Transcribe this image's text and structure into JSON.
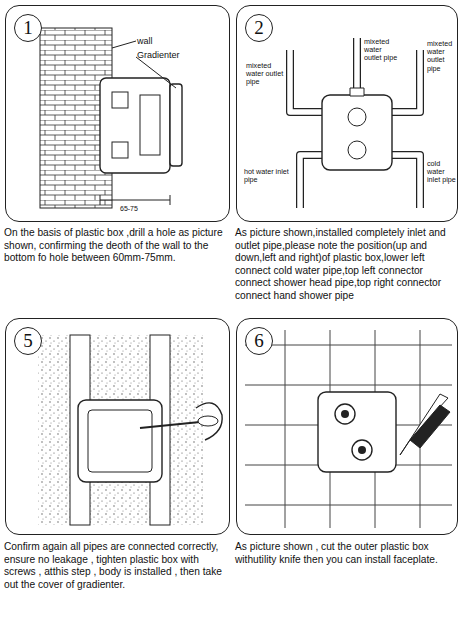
{
  "diagram": {
    "nodes": [
      {
        "text": [
          "On the basis of plastic box ,drill a hole as picture shown, confirming the deoth of the wall to the bottom fo hole between 60mm-75mm."
        ]
      },
      {
        "text": [
          "1"
        ],
        "in": 0
      },
      {
        "text": [
          "As picture shown,installed completely inlet and outlet pipe,please note the position(up and down,left and right)of plastic box,lower left connect cold water pipe,top left connector connect shower head pipe,top right connector connect hand shower pipe"
        ]
      },
      {
        "text": [
          "2"
        ],
        "in": 2
      },
      {
        "text": [
          "Confirm again all pipes are connected correctly, ensure no leakage , tighten plastic box with screws , atthis step , body is installed , then take out the cover of gradienter."
        ]
      },
      {
        "text": [
          "5"
        ],
        "in": 4
      },
      {
        "text": [
          "As picture shown , cut the outer plastic box withutility knife then you can install faceplate."
        ]
      },
      {
        "text": [
          "6"
        ],
        "in": 6
      }
    ],
    "labels": [
      "wall",
      "Gradienter",
      "65-75",
      "mixeted water outlet pipe",
      "mixeted water outlet pipe",
      "mixeted water outlet pipe",
      "hot water inlet pipe",
      "cold water inlet pipe"
    ]
  }
}
